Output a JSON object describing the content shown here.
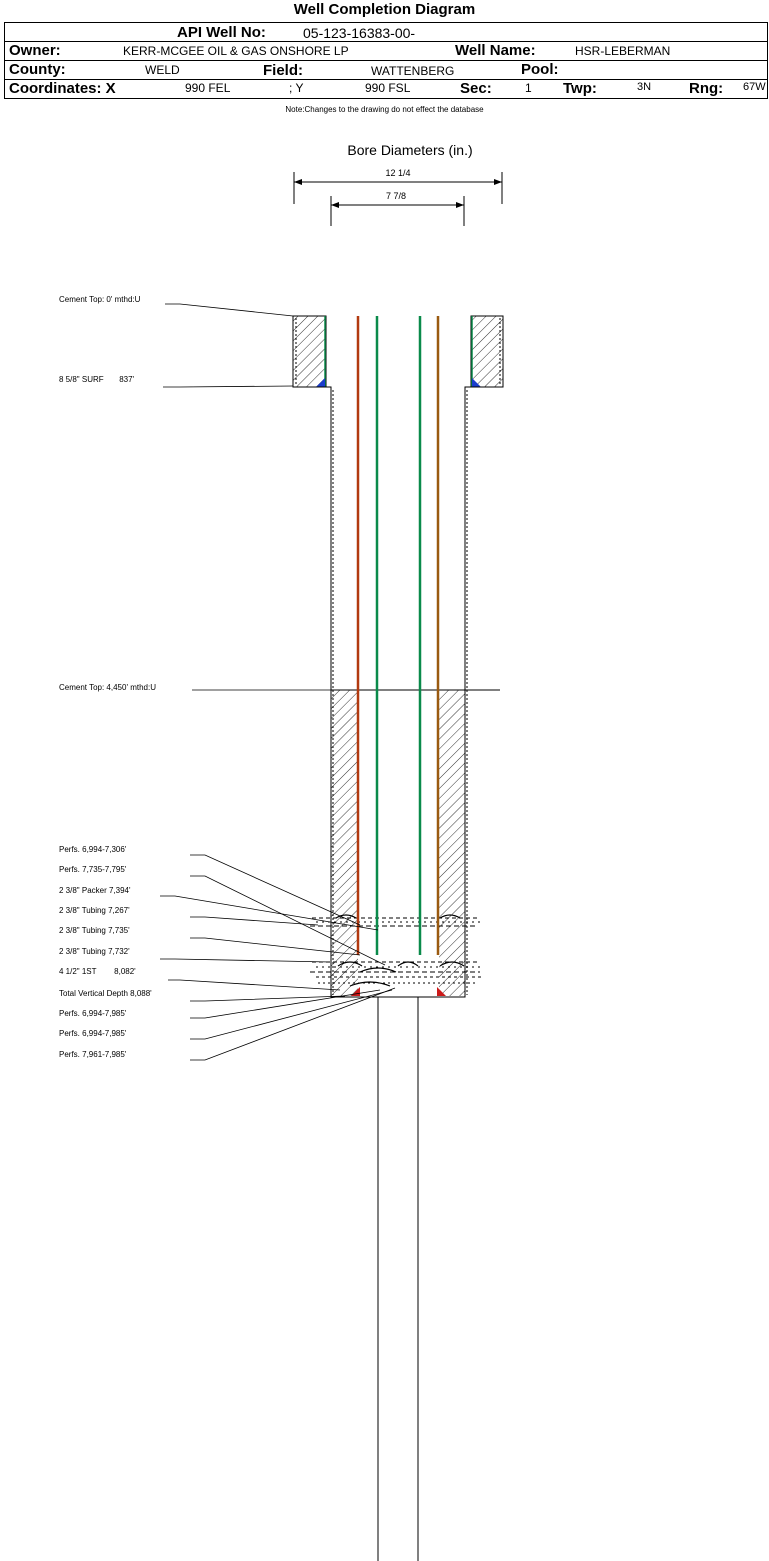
{
  "header": {
    "title": "Well Completion Diagram",
    "api_label": "API Well No:",
    "api_value": "05-123-16383-00-",
    "owner_label": "Owner:",
    "owner_value": "KERR-MCGEE OIL & GAS ONSHORE LP",
    "well_name_label": "Well Name:",
    "well_name_value": "HSR-LEBERMAN",
    "county_label": "County:",
    "county_value": "WELD",
    "field_label": "Field:",
    "field_value": "WATTENBERG",
    "pool_label": "Pool:",
    "pool_value": "",
    "coords_label": "Coordinates: X",
    "x_value": "990 FEL",
    "y_label": "; Y",
    "y_value": "990 FSL",
    "sec_label": "Sec:",
    "sec_value": "1",
    "twp_label": "Twp:",
    "twp_value": "3N",
    "rng_label": "Rng:",
    "rng_value": "67W",
    "note": "Note:Changes to the drawing do not effect the database"
  },
  "bore": {
    "title": "Bore Diameters (in.)",
    "outer": "12 1/4",
    "inner": "7 7/8"
  },
  "labels": [
    "Cement Top: 0' mthd:U",
    "8 5/8\" SURF       837'",
    "Cement Top: 4,450' mthd:U",
    "Perfs. 6,994-7,306'",
    "Perfs. 7,735-7,795'",
    "2 3/8\" Packer 7,394'",
    "2 3/8\" Tubing 7,267'",
    "2 3/8\" Tubing 7,735'",
    "2 3/8\" Tubing 7,732'",
    "4 1/2\" 1ST        8,082'",
    "Total Vertical Depth 8,088'",
    "Perfs. 6,994-7,985'",
    "Perfs. 6,994-7,985'",
    "Perfs. 7,961-7,985'"
  ],
  "colors": {
    "tubing_red": "#b23a10",
    "tubing_green": "#0a8a4a",
    "tubing_brown": "#9a5a10",
    "shoe_blue": "#1a3ccc",
    "shoe_red": "#cc1a1a"
  }
}
